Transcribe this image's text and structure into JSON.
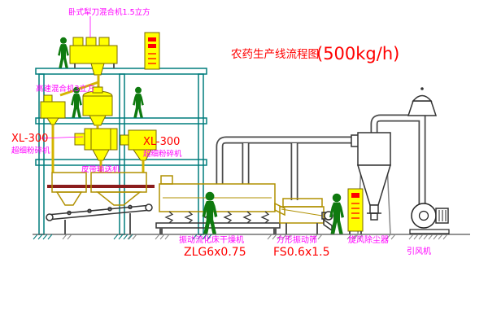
{
  "title": {
    "main": "农药生产线流程图",
    "capacity": "(500kg/h)"
  },
  "labels": {
    "horizontal_mixer": "卧式犁刀混合机1.5立方",
    "high_speed_mixer": "高速混合机3立方",
    "mill_left_model": "XL-300",
    "mill_left_name": "超细粉碎机",
    "mill_right_model": "XL-300",
    "mill_right_name": "超细粉碎机",
    "belt_conveyor": "皮带输送机",
    "dryer_name": "振动流化床干燥机",
    "dryer_model": "ZLG6x0.75",
    "screen_name": "方形振动筛",
    "screen_model": "FS0.6x1.5",
    "cyclone": "旋风除尘器",
    "fan": "引风机"
  },
  "colors": {
    "structure": "#007d7d",
    "label": "#ff00ff",
    "accent": "#ff0000",
    "machine": "#ffff00",
    "figure": "#0f7a0f"
  }
}
